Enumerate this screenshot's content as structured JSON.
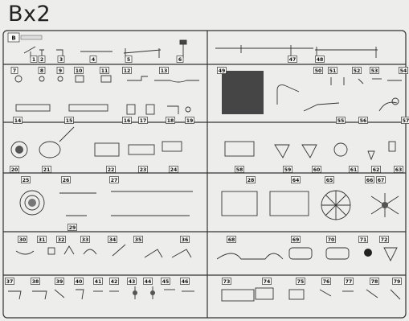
{
  "title": "Bx2",
  "sprue_letter": "B",
  "rows": [
    [
      "1",
      "2",
      "3",
      "4",
      "5",
      "6",
      "47",
      "48"
    ],
    [
      "7",
      "8",
      "9",
      "10",
      "11",
      "12",
      "13",
      "49",
      "50",
      "51",
      "52",
      "53",
      "54"
    ],
    [
      "14",
      "15",
      "16",
      "17",
      "18",
      "19",
      "55",
      "56",
      "57"
    ],
    [
      "20",
      "21",
      "22",
      "23",
      "24",
      "58",
      "59",
      "60",
      "61",
      "62",
      "63"
    ],
    [
      "25",
      "26",
      "27",
      "28",
      "64",
      "65",
      "66",
      "67"
    ],
    [
      "29"
    ],
    [
      "30",
      "31",
      "32",
      "33",
      "34",
      "35",
      "36",
      "68",
      "69",
      "70",
      "71",
      "72"
    ],
    [
      "37",
      "38",
      "39",
      "40",
      "41",
      "42",
      "43",
      "44",
      "45",
      "46",
      "73",
      "74",
      "75",
      "76",
      "77",
      "78",
      "79"
    ]
  ],
  "colors": {
    "paper": "#ededeb",
    "ink": "#333333",
    "label_box": "#fafaf8",
    "grille": "#454545"
  }
}
